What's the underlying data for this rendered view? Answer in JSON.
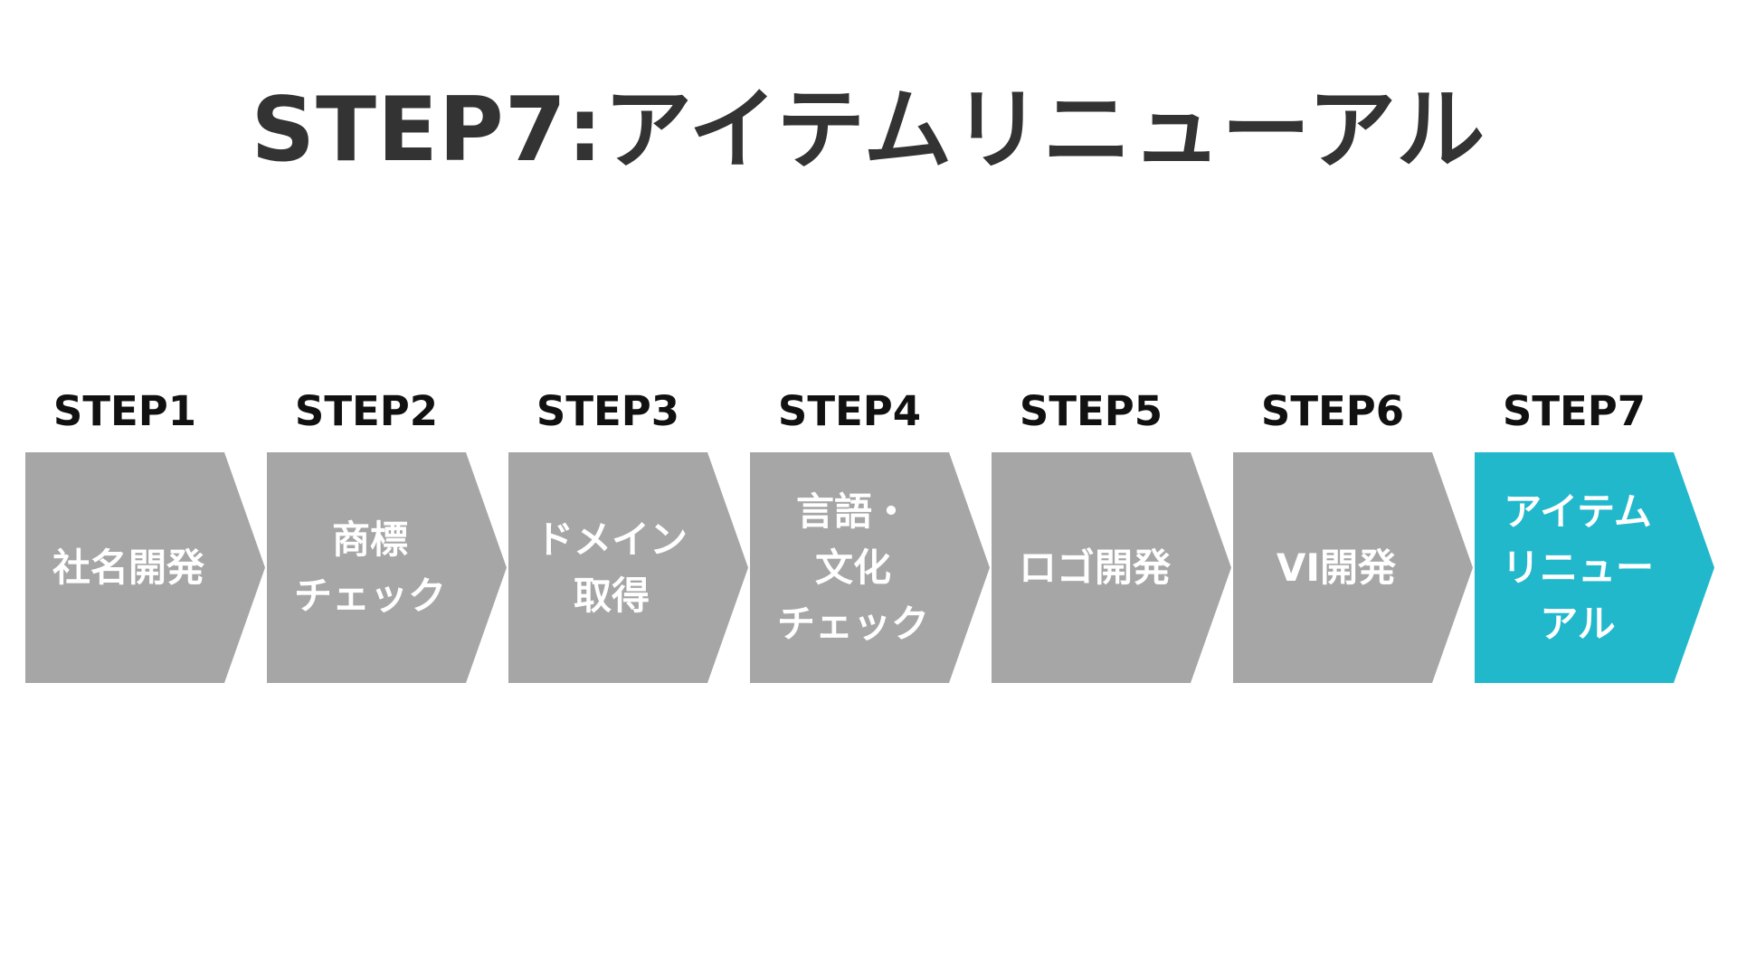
{
  "title": "STEP7:アイテムリニューアル",
  "colors": {
    "inactive": "#a6a6a6",
    "active": "#21b8cc",
    "title_text": "#333333",
    "label_text": "#111111",
    "chevron_text": "#ffffff"
  },
  "steps": [
    {
      "label": "STEP1",
      "lines": [
        "社名開発"
      ],
      "active": false
    },
    {
      "label": "STEP2",
      "lines": [
        "商標",
        "チェック"
      ],
      "active": false
    },
    {
      "label": "STEP3",
      "lines": [
        "ドメイン",
        "取得"
      ],
      "active": false
    },
    {
      "label": "STEP4",
      "lines": [
        "言語・",
        "文化",
        "チェック"
      ],
      "active": false
    },
    {
      "label": "STEP5",
      "lines": [
        "ロゴ開発"
      ],
      "active": false
    },
    {
      "label": "STEP6",
      "lines": [
        "VI開発"
      ],
      "active": false
    },
    {
      "label": "STEP7",
      "lines": [
        "アイテム",
        "リニュー",
        "アル"
      ],
      "active": true
    }
  ]
}
